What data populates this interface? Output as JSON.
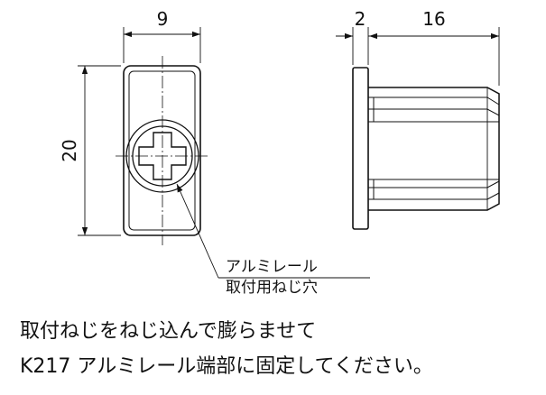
{
  "front_view": {
    "width_dim": "9",
    "height_dim": "20"
  },
  "side_view": {
    "flange_dim": "2",
    "body_dim": "16"
  },
  "callout": {
    "line1": "アルミレール",
    "line2": "取付用ねじ穴"
  },
  "instructions": {
    "line1": "取付ねじをねじ込んで膨らませて",
    "line2": "K217 アルミレール端部に固定してください。"
  }
}
